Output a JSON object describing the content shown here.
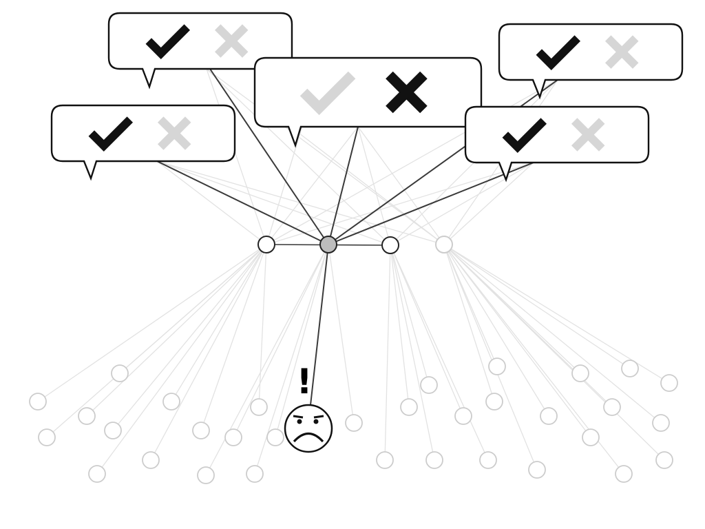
{
  "diagram": {
    "colors": {
      "background": "#ffffff",
      "active_line": "#3a3a3a",
      "faint_line": "#e2e2e2",
      "node_stroke": "#222222",
      "faint_node": "#cccccc",
      "hub_fill": "#bdbdbd",
      "mark_strong": "#111111",
      "mark_faint": "#d6d6d6"
    },
    "alert": {
      "symbol": "!"
    },
    "user": {
      "face": "frowning-face-icon",
      "state": "dissatisfied"
    },
    "bubbles": [
      {
        "id": "b1",
        "check": "strong",
        "cross": "faint"
      },
      {
        "id": "b2",
        "check": "strong",
        "cross": "faint"
      },
      {
        "id": "b3",
        "check": "faint",
        "cross": "strong"
      },
      {
        "id": "b4",
        "check": "strong",
        "cross": "faint"
      },
      {
        "id": "b5",
        "check": "strong",
        "cross": "faint"
      }
    ]
  }
}
